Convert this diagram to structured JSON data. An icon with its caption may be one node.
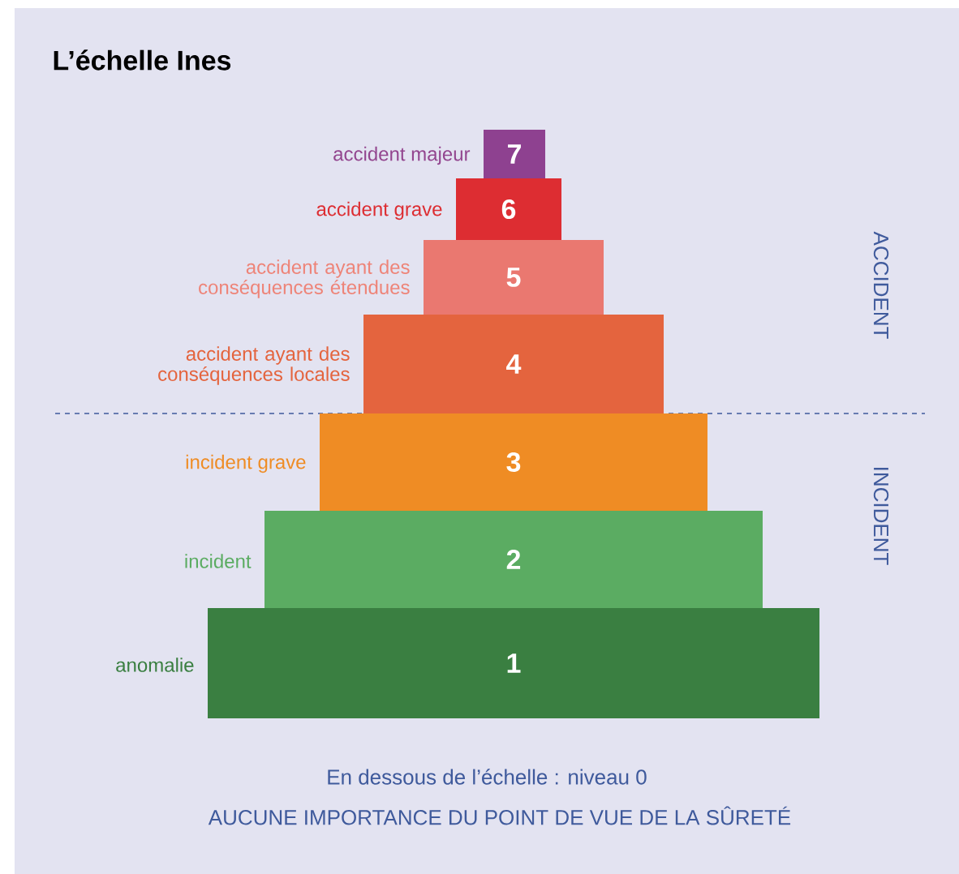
{
  "diagram": {
    "title": "L’échelle Ines",
    "nodes": [
      {
        "text": [
          "7"
        ],
        "beside": [
          "accident majeur"
        ]
      },
      {
        "text": [
          "6"
        ],
        "beside": [
          "accident grave"
        ]
      },
      {
        "text": [
          "5"
        ],
        "beside": [
          "accident ayant des conséquences étendues"
        ]
      },
      {
        "text": [
          "4"
        ],
        "beside": [
          "accident ayant des conséquences locales"
        ]
      },
      {
        "text": [
          "3"
        ],
        "beside": [
          "incident grave"
        ]
      },
      {
        "text": [
          "2"
        ],
        "beside": [
          "incident"
        ]
      },
      {
        "text": [
          "1"
        ],
        "beside": [
          "anomalie"
        ]
      }
    ],
    "labels": [
      "ACCIDENT",
      "INCIDENT",
      "En dessous de l’échelle : niveau 0",
      "AUCUNE IMPORTANCE DU POINT DE VUE DE LA SÛRETÉ"
    ]
  }
}
